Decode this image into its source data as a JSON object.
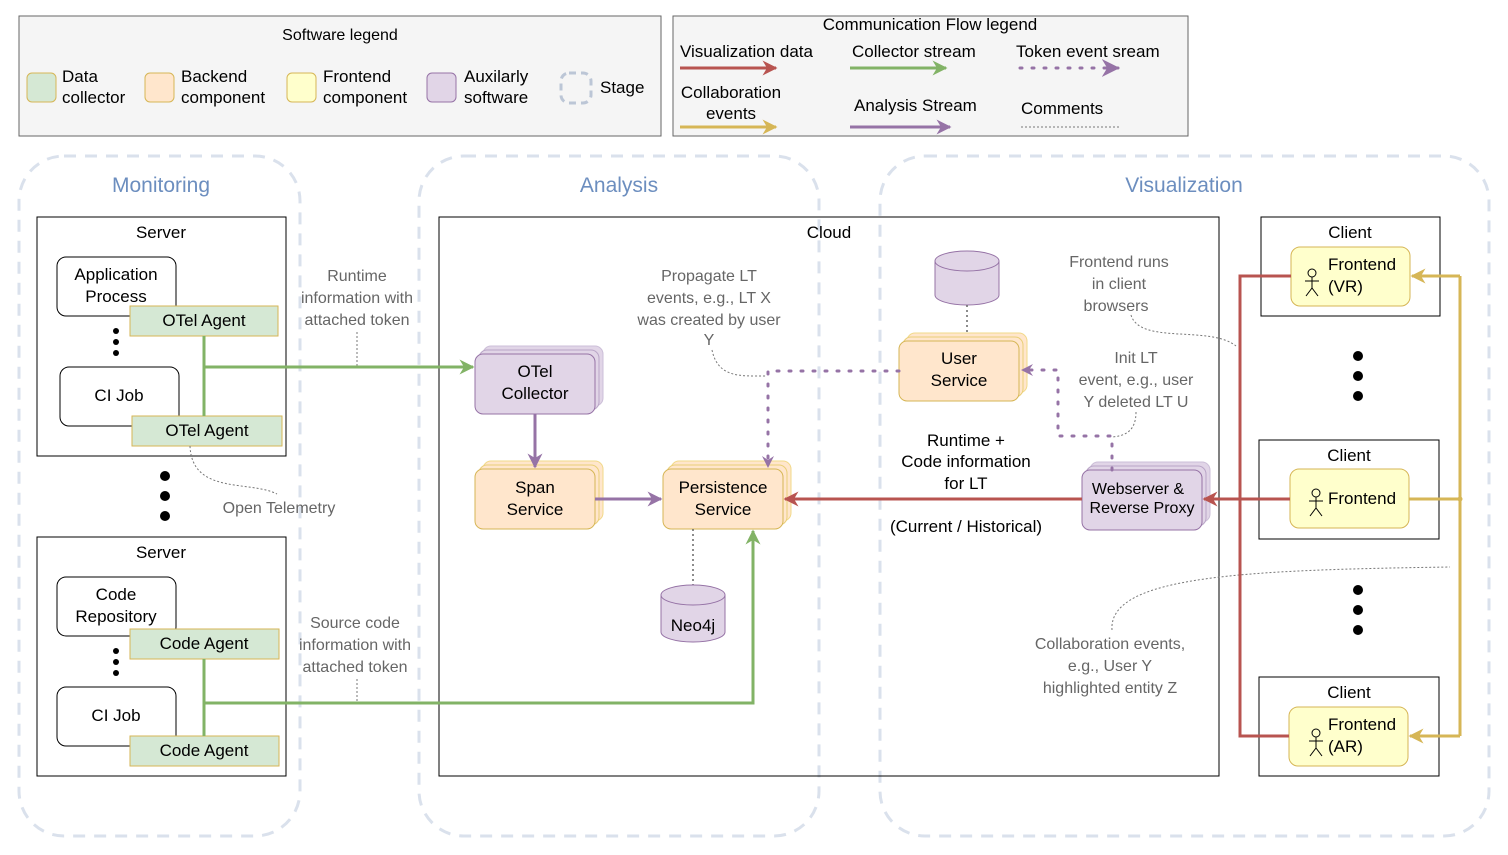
{
  "colors": {
    "visualization": "#b85450",
    "collaboration": "#d6b656",
    "collector": "#82b366",
    "analysis": "#9673a6",
    "token": "#9673a6",
    "comment": "#666666",
    "data_collector_fill": "#d5e8d4",
    "backend_fill": "#ffe6cc",
    "frontend_fill": "#ffffcc",
    "auxiliary_fill": "#e1d5e7",
    "stage_stroke": "#dae1ec"
  },
  "software_legend": {
    "title": "Software legend",
    "data_collector": [
      "Data",
      "collector"
    ],
    "backend": [
      "Backend",
      "component"
    ],
    "frontend": [
      "Frontend",
      "component"
    ],
    "auxiliary": [
      "Auxilarly",
      "software"
    ],
    "stage": "Stage"
  },
  "flow_legend": {
    "title": "Communication Flow legend",
    "visualization": "Visualization data",
    "collector": "Collector stream",
    "token": "Token event sream",
    "collaboration": [
      "Collaboration",
      "events"
    ],
    "analysis": "Analysis Stream",
    "comments": "Comments"
  },
  "stages": {
    "monitoring": "Monitoring",
    "analysis": "Analysis",
    "visualization": "Visualization"
  },
  "monitoring": {
    "server1": {
      "title": "Server",
      "app": [
        "Application",
        "Process"
      ],
      "agent1": "OTel Agent",
      "ci": "CI Job",
      "agent2": "OTel Agent"
    },
    "server2": {
      "title": "Server",
      "repo": [
        "Code",
        "Repository"
      ],
      "agent1": "Code Agent",
      "ci": "CI Job",
      "agent2": "Code Agent"
    },
    "runtime_note": [
      "Runtime",
      "information with",
      "attached token"
    ],
    "open_telemetry": "Open Telemetry",
    "source_note": [
      "Source code",
      "information with",
      "attached token"
    ]
  },
  "cloud": {
    "title": "Cloud",
    "otel_collector": [
      "OTel",
      "Collector"
    ],
    "span_service": [
      "Span",
      "Service"
    ],
    "persistence_service": [
      "Persistence",
      "Service"
    ],
    "neo4j": "Neo4j",
    "user_service": [
      "User",
      "Service"
    ],
    "webserver": [
      "Webserver &",
      "Reverse Proxy"
    ],
    "propagate_note": [
      "Propagate LT",
      "events, e.g., LT X",
      "was created by user",
      "Y"
    ],
    "init_note": [
      "Init LT",
      "event, e.g., user",
      "Y deleted LT U"
    ],
    "runtime_label": [
      "Runtime  +",
      "Code information",
      "for LT"
    ],
    "current_label": "(Current / Historical)"
  },
  "clients": {
    "title1": "Client",
    "frontend_vr": [
      "Frontend",
      "(VR)"
    ],
    "title2": "Client",
    "frontend": "Frontend",
    "title3": "Client",
    "frontend_ar": [
      "Frontend",
      "(AR)"
    ],
    "browser_note": [
      "Frontend runs",
      "in client",
      "browsers"
    ],
    "collab_note": [
      "Collaboration events,",
      "e.g.,  User Y",
      "highlighted entity Z"
    ]
  }
}
